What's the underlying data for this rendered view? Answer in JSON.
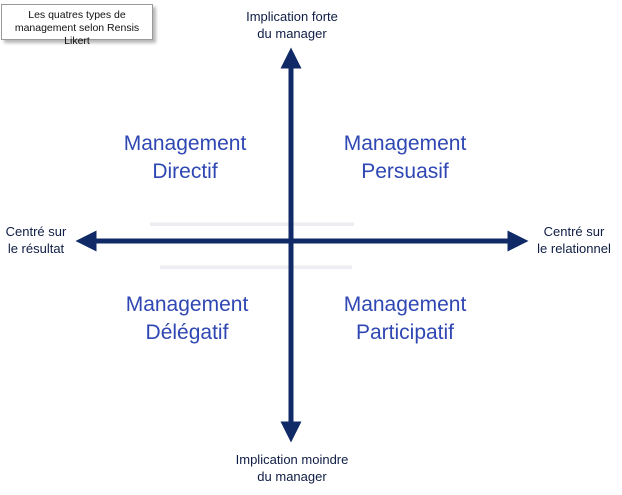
{
  "title": {
    "line1": "Les quatres types de",
    "line2": "management selon Rensis Likert"
  },
  "axes": {
    "top": {
      "line1": "Implication forte",
      "line2": "du manager"
    },
    "bottom": {
      "line1": "Implication moindre",
      "line2": "du manager"
    },
    "left": {
      "line1": "Centré sur",
      "line2": "le résultat"
    },
    "right": {
      "line1": "Centré sur",
      "line2": "le relationnel"
    }
  },
  "quadrants": {
    "top_left": {
      "line1": "Management",
      "line2": "Directif"
    },
    "top_right": {
      "line1": "Management",
      "line2": "Persuasif"
    },
    "bottom_left": {
      "line1": "Management",
      "line2": "Délégatif"
    },
    "bottom_right": {
      "line1": "Management",
      "line2": "Participatif"
    }
  },
  "colors": {
    "axis": "#0f2a66",
    "quadrant_text": "#2f47b3",
    "axis_text": "#0f1d45"
  }
}
